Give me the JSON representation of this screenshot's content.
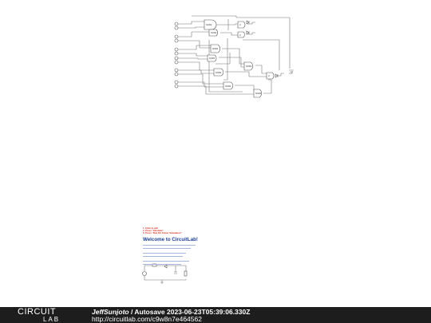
{
  "welcome": {
    "red_lines": [
      "1. Click to edit",
      "2. Press \"Simulate\"",
      "3. Press \"Run DC Solver Simulation\""
    ],
    "title": "Welcome to CircuitLab!"
  },
  "footer": {
    "logo_top": "CIRCUIT",
    "logo_bottom": "LAB",
    "username": "JeffSunjoto",
    "separator": " / ",
    "autosave_label": "Autosave 2023-06-23T05:39:06.330Z",
    "url": "http://circuitlab.com/c9w8n7e464562"
  },
  "colors": {
    "footer_bg": "#1d1d1d",
    "title_blue": "#1c3f94",
    "red_text": "#d62d20"
  }
}
